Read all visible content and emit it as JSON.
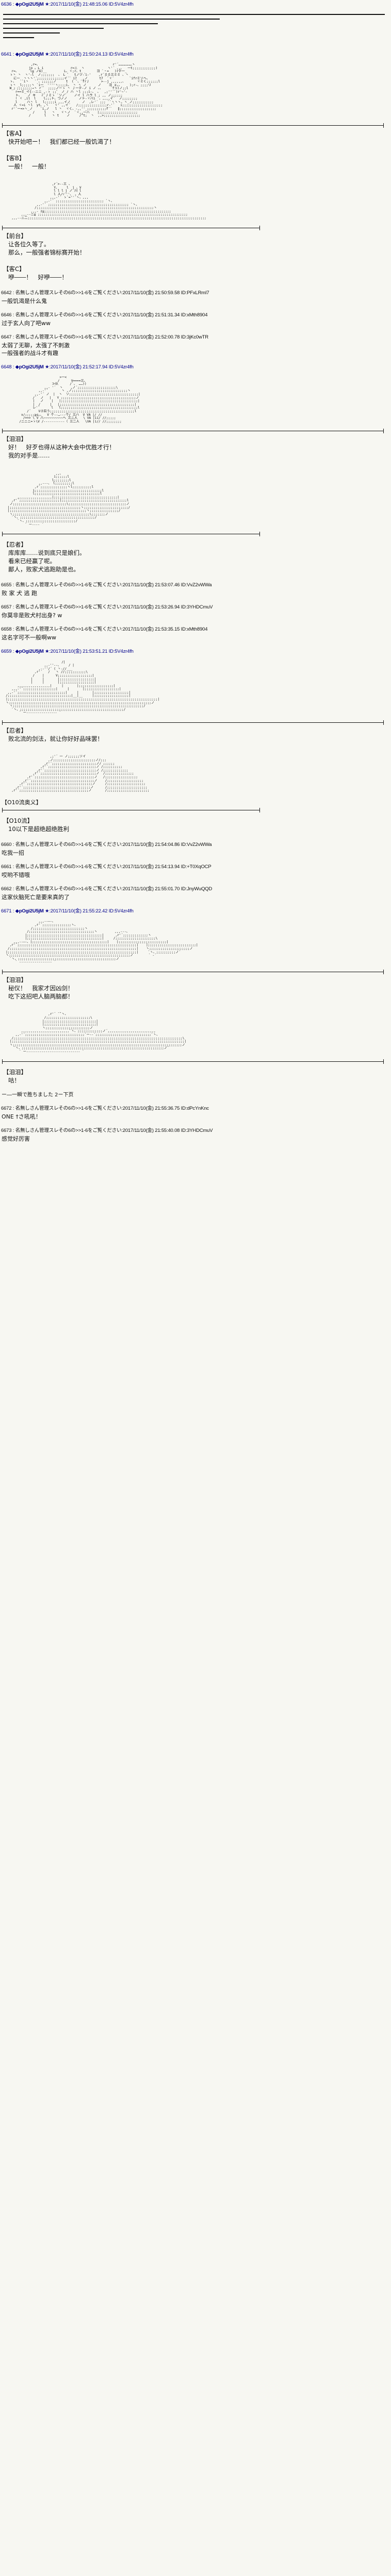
{
  "board": {
    "style": "2ch-thread-archive",
    "name_anon": "名無しさん管理スレその6の>>1-6をご覧ください",
    "name_op": "◆pOgi2U5jM ★",
    "date_prefix": "2017/11/10(金)"
  },
  "posts": [
    {
      "id": "post-6636",
      "num": "6636",
      "sep": " : ",
      "name": "◆pOgi2U5jM ★",
      "is_op": true,
      "meta": ":2017/11/10(金) 21:48:15.06 ID:5V4zr4fh",
      "kind": "stair"
    },
    {
      "id": "post-6641",
      "num": "6641",
      "sep": " : ",
      "name": "◆pOgi2U5jM ★",
      "is_op": true,
      "meta": ":2017/11/10(金) 21:50:24.13 ID:5V4zr4fh",
      "kind": "aa-dialogue",
      "aa": "                ,r=、                                      r'´…………………ヽ\n               jo 。L i              r=ニ  ヽ            ヽ'´ ,,、  ーt;;;;;;;;;;;;)\n      r=、      l≦ ノ6)__         L、ヾ;r、t        彐 `・=   )rテ一_\n     ゝ丶 丶  ヽ'-l  ノ;;;;;;;  、 L ゛  tノヅ‐ ゙i‐'    ,r´彡彡三ミミ 、丶\n       に一  丶ヽヽ'´;;;;;;;;;;;;;;イ´` i7  _,ノ      t7  `ヾ´        `ifrミソヘ、\n     ゝ、  ``i丶   ``、;;;;;;ノ     t  ( ̄ 、 fr丿      >--j ,,,,,,、      ヾミく;;;;;;l\n     ゝ丶 _l;;;;;ヽ `i一  ''''ヽ;;;;i、 丶 ヽ ノ      ノ    彐 ェ。、    );r-、;;;;リ\n     W_」;;;;;;;;→ヽ r´゛ ;;;;ノーゝ 丶 丿一テ‐ノ i ノ 、、    ´fっ)ノ;;l\n        r==ミ_イ{--ニニ_,-ゝ ;;゛ ノ / ハ 丶l ;;;i-、 、  ,;''´`)r'~'-\n        ト、   ノ キ   r´丿ミゝ `ソノ゛   ノイ l ハラ l ; ,, ノ;;;;;;\n        ! ヾ ,il  l    l;;;ト、つノノ      ノト-ヾバi `、,,,,イ´  ノ;;;;;;;;\n        l     ハ丶 l   l;;;;;i ,,,イノ      ノ  ,レ'´ ;;; ``ヽヽヽ、ヽ_ノ;;;;;;;;;;;\n       人 ヾ=i 丶l  yt、,ヽ   ヾ' ,,イ´   /;;;;;;;;;;;;;;;r‐'´   i;;;;;;;;;;;;;;;;;;;;;\n      r'´ー=>ヽ_ノ    `i,ノ   l 丶  ヾく、‐,,''_;;;;;;;;;;f´`   ‖;;;;;;;;;;;;;;;;;;;\n                 /     l   丶   ヾ丶ノ  `ヾ,,一ハ    |;;;;;;;;;;;;;;;;;;;;\n               /       l   ヽ t    ノ     /^t;  丶  ,,>;;;;;;;;;;;;;;;;;;;",
      "dialogue": [
        {
          "speaker": "【客A】",
          "lines": [
            "快开始吧ー！　我们都已经一般饥渴了！"
          ]
        },
        {
          "speaker": "【客B】",
          "lines": [
            "一般！　一般！"
          ]
        }
      ]
    },
    {
      "id": "post-6641b",
      "kind": "aa-dialogue2",
      "aa": "                           ,r´>--三 、\n                            Y、    l  j 、V\n                            l l l j ノ 川 l\n                            l 人ハ'''、 、人\n                          ,,,-'´ ゝ`=''´ヽ、,,,\n                       ,,-'´ ;;;;;;;;;;;;;;;;;;;;;;;;; `ヽ、\n                   ,,-'´ ;;;;;;;;;;;;;;;;;;;;;;;;;;;;;;;;;;;;;;;;;; `ヽ、\n                  /;;;;;;;;;;;;;;;;;;;;;;;;;;;;;;;;;;;;;;;;;;;;;;;;;;;;;;;;;;;;;ヽ\n                ,,,- z≦;;;;;;;;;;;;;;;;;;;;;;;;;;;;;;;;;;;;;;;;;;;;;;;;;;;;;;;;;;;;;;;;;;\n           ,,,-‐ニ≦ ;;;;;;;;;;;;;;;;;;;;;;;;;;;;;;;;;;;;;;;;;;;;;;;;;;;;;;;;;;;;;;;;;;;;;;;;;;;;;;\n      ,,,-‐ニ二;;;;;;;;;;;;;;;;;;;;;;;;;;;;;;;;;;;;;;;;;;;;;;;;;;;;;;;;;;;;;;;;;;;;;;;;;;;;;;;;;;;;;;;;;;;;;",
      "dialogue": [
        {
          "speaker": "【前台】",
          "lines": [
            "让各位久等了。",
            "那么，一般强者锦标赛开始！"
          ]
        }
      ]
    },
    {
      "id": "post-6641c",
      "kind": "dialogue-only",
      "dialogue": [
        {
          "speaker": "【客C】",
          "lines": [
            "咿――！　好咿――！"
          ]
        }
      ]
    },
    {
      "id": "post-6642",
      "num": "6642",
      "sep": " : ",
      "name": "名無しさん管理スレその6の>>1-6をご覧ください",
      "is_op": false,
      "meta": ":2017/11/10(金) 21:50:59.58 ID:PFxLRmI7",
      "kind": "comment",
      "text": "一般饥渴是什么鬼"
    },
    {
      "id": "post-6646",
      "num": "6646",
      "sep": " : ",
      "name": "名無しさん管理スレその6の>>1-6をご覧ください",
      "is_op": false,
      "meta": ":2017/11/10(金) 21:51:31.34 ID:xMth8904",
      "kind": "comment",
      "text": "过于玄人向了吧ww"
    },
    {
      "id": "post-6647",
      "num": "6647",
      "sep": " : ",
      "name": "名無しさん管理スレその6の>>1-6をご覧ください",
      "is_op": false,
      "meta": ":2017/11/10(金) 21:52:00.78 ID:3jKc0wTR",
      "kind": "comment",
      "text": "太弱了无聊，太强了不刺激\n一般强者的战斗才有趣"
    },
    {
      "id": "post-6648",
      "num": "6648",
      "sep": " : ",
      "name": "◆pOgi2U5jM ★",
      "is_op": true,
      "meta": ":2017/11/10(金) 21:52:17.94 ID:5V4zr4fh",
      "kind": "aa-dialogue",
      "aa": "                               >一<\n                              /      V====三、\n                           ≫圦      /`、 ……))\n                       ,,- '´  ヽ    ,ノ´;;;;;;;;;;;;;;;;;;;;\\\n                    ,,-'´       ヽ ,ノ;;;;;;;;;;;;;;;;;;;;;;;;;;;;;ヽ\n                  ,,-'´ ノ  |  ヽ  ソ;;;;;;;;;;;;;;;;;;;;;;;;;;;;;;;;;;;;|\n                 /´  ノ   |   Y ;;;;;;;;;;;;;;;;;;;;;;;;;;;;;;;;;;;;;;;ノ\n                 |   ノ    |   |;;;;;;;;;;;;;;;;;;;;;;;;;;;;;;;;;;;;;;;;|\n                 |  /     |   |;;;;;;;;;;;;;;;;;;;;;;;;;;;;;;;;;;;;;;;|\n                 レ'´      l   l;;;;;;;;;;;;;;;;;;;;;;;;;;;;;;;;;;;;;;;;l\n              /´    Vさ召う;;;;;;;;;;;;;;;;;;;;;;;;;;;;;;;;;;;;;;;;;;;;l\n           ∨/;;;;;≧s。、  V 个--…---个/ 三ハ  V VA |/ //\n            /==> \\ V 八~~~~~~~~~~ヘ 三ニ人   \\ VA |ii/ //;;;;;\n          /ニニニ=ゝ\\V /-----------〈 三二人   \\VA |i// //;;;;;;;;",
      "dialogue": [
        {
          "speaker": "【泪泪】",
          "lines": [
            "好！　好歹也得从这种大会中优胜才行！",
            "我的对手是……"
          ]
        }
      ]
    },
    {
      "id": "post-6648b",
      "kind": "aa-only",
      "aa": "                             ,,、\n                            i;;;;;;l\n                           l;;;;;;;;l\n                    ,,-‐-、 l;;;;;;;;;l\n                  ,r´;;;;;;;;;;;;;;ヽl;;;;;;;;;;l\n                 i;;;;;;;;;;;;;;;;;;;;;;;;;;;;;;;;;;;l\n                 l;;;;;;;;;;;;;;;;;;;;;;;;;;;;;;;;;;l\n         ,,,,,,,,,,,,,,,,,,|;;;;;;;;;;;;;;;;;;;;;;;;;;;;;;;;;|\n      ,r'´;;;;;;;;;;;;;;;;;;;;;|;;;;;;;;;;;;;;;;;;;;;;;;;;;;;;;;;;l\n     ノ;;;;;;;;;;;;;;;;;;;;;;;;;;;;\\;;;;;;;;;;;;;;;;;;;;;;;;;;;;;;ノ\n    |;;;;;;;;;;;;;;;;;;;;;;;;;;;;;;;;;;;;;ヽ;;;;;;;;;;;;;;;;;;;;;;;/\n    |;;;;;;;;;;;;;;;;;;;;;;;;;;;;;;;;;;;;;;;;ヽ;;;;;;;;;;;;;;;/\n     ヽ;;;;;;;;;;;;;;;;;;;;;;;;;;;;;;;;;;;;;;;;\\;;;;;;;ノ\n      `ヽ、;;;;;;;;;;;;;;;;;;;;;;;;;;;;;;;;;;;;;;;/\n         `ヽ、;;;;;;;;;;;;;;;;;;;;;;;;;;/\n             ` ー---‐ ´"
    },
    {
      "id": "post-6648c",
      "kind": "dialogue-only",
      "dialogue": [
        {
          "speaker": "【忍者】",
          "lines": [
            "库库库……说到底只是娘们。",
            "看来已经赢了呢。",
            "鄙人，败家犬逃跑助是也。"
          ]
        }
      ]
    },
    {
      "id": "post-6655",
      "num": "6655",
      "sep": " : ",
      "name": "名無しさん管理スレその6の>>1-6をご覧ください",
      "is_op": false,
      "meta": ":2017/11/10(金) 21:53:07.46 ID:VvZ2vWWa",
      "kind": "comment",
      "text": "败 家 犬 逃 跑"
    },
    {
      "id": "post-6657",
      "num": "6657",
      "sep": " : ",
      "name": "名無しさん管理スレその6の>>1-6をご覧ください",
      "is_op": false,
      "meta": ":2017/11/10(金) 21:53:26.94 ID:3YHDCmuV",
      "kind": "comment",
      "text": "你莫非是败犬村出身? w"
    },
    {
      "id": "post-6658",
      "num": "6658",
      "sep": " : ",
      "name": "名無しさん管理スレその6の>>1-6をご覧ください",
      "is_op": false,
      "meta": ":2017/11/10(金) 21:53:35.15 ID:xMth8904",
      "kind": "comment",
      "text": "这名字可不一般啊ww"
    },
    {
      "id": "post-6659",
      "num": "6659",
      "sep": " : ",
      "name": "◆pOgi2U5jM ★",
      "is_op": true,
      "meta": ":2017/11/10(金) 21:53:51.21 ID:5V4zr4fh",
      "kind": "aa-dialogue",
      "aa": "                                /|\n                       ,,-''‐-、    / |\n                    ,-‐''/´ ( 丶‐//___\n                  ,r'´   /   ヽ //;;;;;;;;;;;\\\n                 /    |      V;;;;;;;;;;;;;;;;;;|\n                |     |       |;;;;;;;;;;;;;;;;;;|\n                |     |       |;;;;;;;;;;;;;;;;;;|\n         ,,,,,,,,,,,,,,,,,|     |       |;;;;;;;;;;;;;;;;;;|\n      ,,,-'´;;;;;;;;;;;;;;;;;|     |       |;;;;;;;;;;;;;;;;;;|\n    ,,-'´;;;;;;;;;;;;;;;;;;;;;;;;;|     |       |;;;;;;;;;;;;;;;;;;|\n   /;;;;;;;;;;;;;;;;;;;;;;;;;;;;;;;;;|__|__     |;;;;;;;;;;;;;;;;;;|\n   |;;;;;;;;;;;;;;;;;;;;;;;;;;;;;;;;;;;;;;;;;;;;;;;;;;;;;;;;;;;;;;;;;;;;;;;;;;;;;;|\n   ヽ;;;;;;;;;;;;;;;;;;;;;;;;;;;;;;;;;;;;;;;;;;;;;;;;;;;;;;;;;;;;;;;;;;;;;;;;;;ノ\n     ヽ;;;;;;;;;;;;;;;;;;;;;;;;;;;;;;;;;;;;;;;;;;;;;;;;;;;;;;;;;;;;;;;;;;;;/\n      `ヽ、;;;;;;;;;;;;;;;;;;;;;;;;;;;;;;;;;;;;;;;;;;;;;;;;;;;;;;/\n          ` ー---------------‐ ´",
      "dialogue": [
        {
          "speaker": "【忍者】",
          "lines": [
            "败北流的剑法，就让你好好品味罢！"
          ]
        }
      ]
    },
    {
      "id": "post-6659b",
      "kind": "aa-only",
      "aa": "                          ,;'´ 一 ノ;;;;;;ソイ\n                         ,ノ;;;;;;;;;;;;;;;;;;;;;;ノ/;;;\n                       ,r'´;;;;;;;;;;;;;;;;;;;;;;;ノ/ ;;;;;;\n                     ,r'´;;;;;;;;;;;;;;;;;;;;;;;;;ノ /;;;;;;;;;;\n                   ,r'´;;;;;;;;;;;;;;;;;;;;;;;;;;;ノ /;;;;;;;;;;;;;\n                 ,r'´;;;;;;;;;;;;;;;;;;;;;;;;;;;;;ノ  /;;;;;;;;;;;;;;;\n              ,r'´;;;;;;;;;;;;;;;;;;;;;;;;;;;;;;;ノ   /;;;;;;;;;;;;;;;;;\n            ,r'´;;;;;;;;;;;;;;;;;;;;;;;;;;;;;;;;;ノ    /;;;;;;;;;;;;;;;;;;;\n          ,r'´;;;;;;;;;;;;;;;;;;;;;;;;;;;;;;;;;;ノ     /;;;;;;;;;;;;;;;;;;;;\n        ,r'´;;;;;;;;;;;;;;;;;;;;;;;;;;;;;;;;;;;ノ      /;;;;;;;;;;;;;;;;;;;;;\n      ,r'´;;;;;;;;;;;;;;;;;;;;;;;;;;;;;;;;;;;;ノ       /;;;;;;;;;;;;;;;;;;;;;;",
      "label": "【O10流奥义】"
    },
    {
      "id": "post-6659c",
      "kind": "dialogue-only",
      "dialogue": [
        {
          "speaker": "【O10流】",
          "lines": [
            "10以下是超绝超绝胜利"
          ]
        }
      ]
    },
    {
      "id": "post-6660",
      "num": "6660",
      "sep": " : ",
      "name": "名無しさん管理スレその6の>>1-6をご覧ください",
      "is_op": false,
      "meta": ":2017/11/10(金) 21:54:04.86 ID:VvZ2vWWa",
      "kind": "comment",
      "text": "吃我一招"
    },
    {
      "id": "post-6661",
      "num": "6661",
      "sep": " : ",
      "name": "名無しさん管理スレその6の>>1-6をご覧ください",
      "is_op": false,
      "meta": ":2017/11/10(金) 21:54:13.94 ID:+T0XqOCP",
      "kind": "comment",
      "text": "哎哟不错哦"
    },
    {
      "id": "post-6662",
      "num": "6662",
      "sep": " : ",
      "name": "名無しさん管理スレその6の>>1-6をご覧ください",
      "is_op": false,
      "meta": ":2017/11/10(金) 21:55:01.70 ID:JnyWuQQD",
      "kind": "comment",
      "text": "这家伙脑死亡是要来真的了"
    },
    {
      "id": "post-6671",
      "num": "6671",
      "sep": " : ",
      "name": "◆pOgi2U5jM ★",
      "is_op": true,
      "meta": ":2017/11/10(金) 21:55:22.42 ID:5V4zr4fh",
      "kind": "aa-dialogue",
      "aa": "                    ,,,-‐―-、\n                  ,r'´;;;;;;;;;;;;;;;ヽ、\n                /;;;;;;;;;;;;;;;;;;;;;;;;;;;ヽ\n              /;;;;;;;;;;;;;;;;;;;;;;;;;;;;;;;;;;ヽ         ,,,-‐-、\n             |;;;;;;;;;;;;;;;;;;;;;;;;;;;;;;;;;;;;;;;|      ,r'´;;;;;;;;;;;;;ヽ\n             |;;;;;;;;;;;;;;;;;;;;;;;;;;;;;;;;;;;;;;;|     /;;;;;;;;;;;;;;;;;;;;;\\\n       ,,,-‐―-、|;;;;;;;;;;;;;;;;;;;;;;;;;;;;;;;;;;;;;;;|    |;;;;;;;;;;;;;;;;;;;;;;;;;|\n     ,r'´;;;;;;;;;;;;;;;;;;;;;;;;;;;;;;;;;;;;;;;;;;;;;;;;;;;;;;;;;;;;;;|    |;;;;;;;;;;;;;;;;;;;;;;;;;|\n    /;;;;;;;;;;;;;;;;;;;;;;;;;;;;;;;;;;;;;;;;;;;;;;;;;;;;;;;;;;;;;;;;;;|    ヽ;;;;;;;;;;;;;;;;;;;;;ノ\n   |;;;;;;;;;;;;;;;;;;;;;;;;;;;;;;;;;;;;;;;;;;;;;;;;;;;;;;;;;;;;;;;;;;;|     `ヽ、;;;;;;;;;;ノ´\n   ヽ;;;;;;;;;;;;;;;;;;;;;;;;;;;;;;;;;;;;;;;;;;;;;;;;;;;;;;;;;;;;;;;ノ        ` ‐´\n     `ヽ、;;;;;;;;;;;;;;;;;;;;;;;;;;;;;;;;;;;;;;;;;;;;;;;;;;;ノ\n        ` ‐---------------‐ ´",
      "dialogue": [
        {
          "speaker": "【泪泪】",
          "lines": [
            "秘仪！　我家才因凶剑！",
            "吃下这招吧人脑两脑都！"
          ]
        }
      ]
    },
    {
      "id": "post-6671b",
      "kind": "aa-only-wide",
      "aa": "                         ,r'´ ̄ ̄`ヽ、\n                       /;;;;;;;;;;;;;;;;;;;;;;;\\\n                      |;;;;;;;;;;;;;;;;;;;;;;;;;;;|\n                      |;;;;;;;;;;;;;;;;;;;;;;;;;;;|\n                      ヽ;;;;;;;;;;;;;;;;;;;;;;;ノ\n           ,,,,,,,,,,,,,,,,,,,,,,,,,`ヽ、;;;;;;;;;;;;;ノ´,,,,,,,,,,,,,,,,,,,,,,,,,\n        ,,-'´;;;;;;;;;;;;;;;;;;;;;;;;;;;;;;;`ー-‐´;;;;;;;;;;;;;;;;;;;;;;;;;;;;;`ヽ、\n      /;;;;;;;;;;;;;;;;;;;;;;;;;;;;;;;;;;;;;;;;;;;;;;;;;;;;;;;;;;;;;;;;;;;;;;;;;;;;;;;;;;;;;;;;\\\n     |;;;;;;;;;;;;;;;;;;;;;;;;;;;;;;;;;;;;;;;;;;;;;;;;;;;;;;;;;;;;;;;;;;;;;;;;;;;;;;;;;;;;;;;;;;|\n     ヽ;;;;;;;;;;;;;;;;;;;;;;;;;;;;;;;;;;;;;;;;;;;;;;;;;;;;;;;;;;;;;;;;;;;;;;;;;;;;;;;;;;;;;;;;ノ\n       `ヽ、;;;;;;;;;;;;;;;;;;;;;;;;;;;;;;;;;;;;;;;;;;;;;;;;;;;;;;;;;;;;;;;;;;;;;;;;;;ノ´\n          ` ー---------------------------‐ ´"
    },
    {
      "id": "post-6671c",
      "kind": "dialogue-only",
      "dialogue": [
        {
          "speaker": "【泪泪】",
          "lines": [
            "咕！"
          ]
        }
      ]
    },
    {
      "id": "post-6671d",
      "kind": "note",
      "text": "ー―一瞬で胜ちました 2ー下页"
    },
    {
      "id": "post-6672",
      "num": "6672",
      "sep": " : ",
      "name": "名無しさん管理スレその6の>>1-6をご覧ください",
      "is_op": false,
      "meta": ":2017/11/10(金) 21:55:36.75 ID:dPcYnKnc",
      "kind": "comment",
      "text": "ONE †さ吼吼！"
    },
    {
      "id": "post-6673",
      "num": "6673",
      "sep": " : ",
      "name": "名無しさん管理スレその6の>>1-6をご覧ください",
      "is_op": false,
      "meta": ":2017/11/10(金) 21:55:40.08 ID:3YHDCmuV",
      "kind": "comment",
      "text": "感觉好厉害"
    }
  ]
}
